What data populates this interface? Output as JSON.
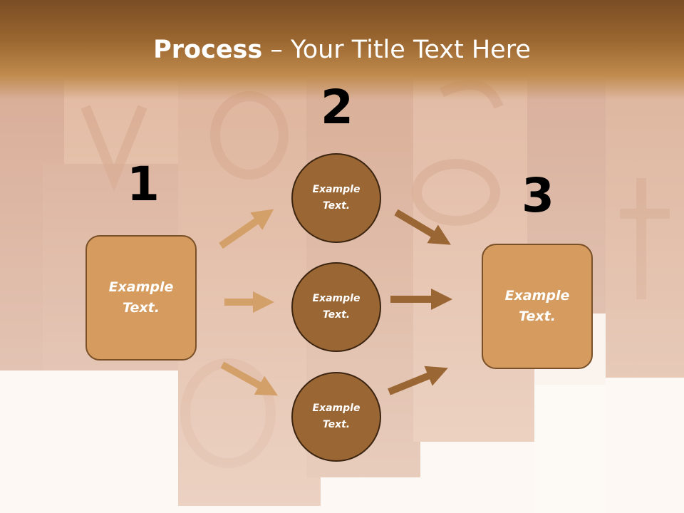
{
  "title": {
    "bold": "Process",
    "rest": " – Your Title Text Here"
  },
  "steps": [
    {
      "number": "1",
      "label": "Example\nText."
    },
    {
      "number": "2",
      "items": [
        "Example\nText.",
        "Example\nText.",
        "Example\nText."
      ]
    },
    {
      "number": "3",
      "label": "Example\nText."
    }
  ],
  "colors": {
    "header": "#9a6630",
    "box_fill": "#d59b5f",
    "circle_fill": "#9a6634",
    "arrow_light": "#d4a06a",
    "arrow_dark": "#9a6634"
  }
}
